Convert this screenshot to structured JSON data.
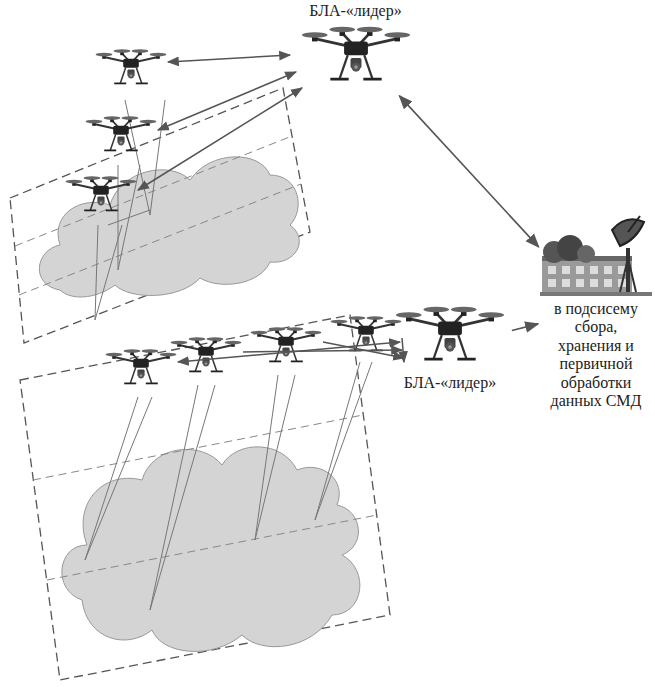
{
  "diagram": {
    "nodes": [
      {
        "text": [
          "БЛА-«лидер»"
        ]
      },
      {
        "text": [
          "в подсисему сбора, хранения и первичной обработки данных СМД"
        ]
      },
      {
        "text": [
          "БЛА-«лидер»"
        ]
      }
    ],
    "edges": [
      {
        "from": 0,
        "to": 1,
        "arrow": "both"
      },
      {
        "from": 2,
        "to": 1,
        "arrow": "to"
      }
    ]
  }
}
